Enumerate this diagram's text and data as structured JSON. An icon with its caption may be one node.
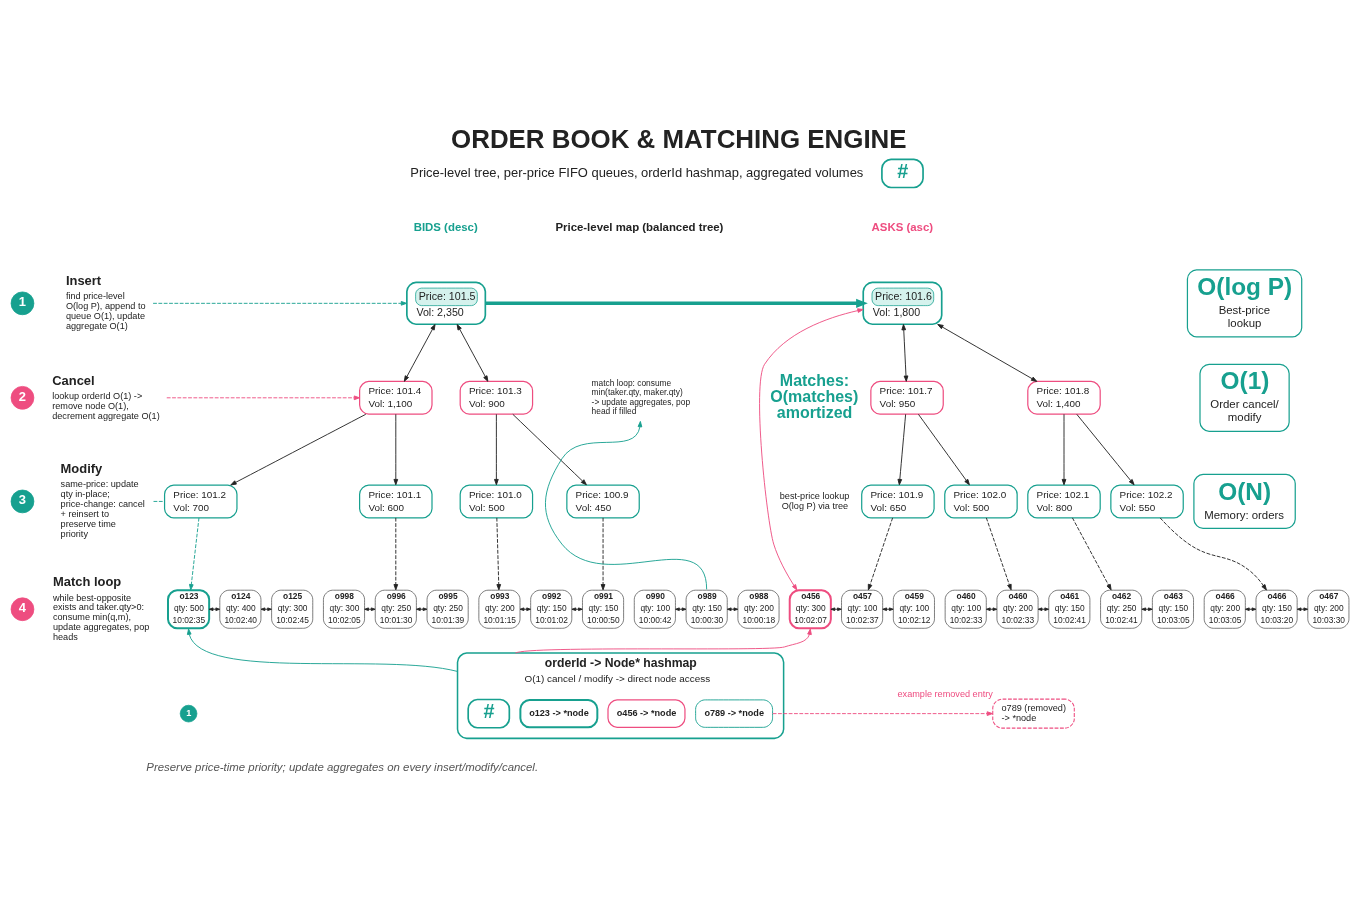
{
  "diagram": {
    "title": "ORDER BOOK & MATCHING ENGINE",
    "caption": "Preserve price-time priority; update aggregates on every insert/modify/cancel.",
    "nodes": [
      {
        "text": [
          "#"
        ]
      },
      {
        "text": [
          "1"
        ]
      },
      {
        "text": [
          "Insert",
          "find price-level O(log P), append to queue O(1), update aggregate O(1)"
        ]
      },
      {
        "text": [
          "Price: 101.5",
          "Vol: 2,350"
        ]
      },
      {
        "text": [
          "Price: 101.6",
          "Vol: 1,800"
        ]
      },
      {
        "text": [
          "O(log P)",
          "Best-price lookup"
        ]
      },
      {
        "text": [
          "2"
        ]
      },
      {
        "text": [
          "Cancel",
          "lookup orderId O(1) -> remove node O(1), decrement aggregate O(1)"
        ]
      },
      {
        "text": [
          "Price: 101.4",
          "Vol: 1,100"
        ]
      },
      {
        "text": [
          "Price: 101.3",
          "Vol: 900"
        ]
      },
      {
        "text": [
          "match loop: consume min(taker.qty, maker.qty) -> update aggregates, pop head if filled"
        ]
      },
      {
        "text": [
          "Price: 101.7",
          "Vol: 950"
        ]
      },
      {
        "text": [
          "Price: 101.8",
          "Vol: 1,400"
        ]
      },
      {
        "text": [
          "O(1)",
          "Order cancel/ modify"
        ]
      },
      {
        "text": [
          "3"
        ]
      },
      {
        "text": [
          "Modify",
          "same-price: update qty in-place; price-change: cancel + reinsert to preserve time priority"
        ]
      },
      {
        "text": [
          "Price: 101.2",
          "Vol: 700"
        ]
      },
      {
        "text": [
          "Price: 101.1",
          "Vol: 600"
        ]
      },
      {
        "text": [
          "Price: 101.0",
          "Vol: 500"
        ]
      },
      {
        "text": [
          "Price: 100.9",
          "Vol: 450"
        ]
      },
      {
        "text": [
          "Price: 101.9",
          "Vol: 650"
        ]
      },
      {
        "text": [
          "Price: 102.0",
          "Vol: 500"
        ]
      },
      {
        "text": [
          "Price: 102.1",
          "Vol: 800"
        ]
      },
      {
        "text": [
          "Price: 102.2",
          "Vol: 550"
        ]
      },
      {
        "text": [
          "O(N)",
          "Memory: orders"
        ]
      },
      {
        "text": [
          "4"
        ]
      },
      {
        "text": [
          "Match loop",
          "while best-opposite exists and taker.qty>0: consume min(q,m), update aggregates, pop heads"
        ]
      },
      {
        "text": [
          "o123",
          "qty: 500",
          "10:02:35"
        ]
      },
      {
        "text": [
          "o124",
          "qty: 400",
          "10:02:40"
        ]
      },
      {
        "text": [
          "o125",
          "qty: 300",
          "10:02:45"
        ]
      },
      {
        "text": [
          "o998",
          "qty: 300",
          "10:02:05"
        ]
      },
      {
        "text": [
          "o996",
          "qty: 250",
          "10:01:30"
        ]
      },
      {
        "text": [
          "o995",
          "qty: 250",
          "10:01:39"
        ]
      },
      {
        "text": [
          "o993",
          "qty: 200",
          "10:01:15"
        ]
      },
      {
        "text": [
          "o992",
          "qty: 150",
          "10:01:02"
        ]
      },
      {
        "text": [
          "o991",
          "qty: 150",
          "10:00:50"
        ]
      },
      {
        "text": [
          "o990",
          "qty: 100",
          "10:00:42"
        ]
      },
      {
        "text": [
          "o989",
          "qty: 150",
          "10:00:30"
        ]
      },
      {
        "text": [
          "o988",
          "qty: 200",
          "10:00:18"
        ]
      },
      {
        "text": [
          "o456",
          "qty: 300",
          "10:02:07"
        ]
      },
      {
        "text": [
          "o457",
          "qty: 100",
          "10:02:37"
        ]
      },
      {
        "text": [
          "o459",
          "qty: 100",
          "10:02:12"
        ]
      },
      {
        "text": [
          "o460",
          "qty: 100",
          "10:02:33"
        ]
      },
      {
        "text": [
          "o460",
          "qty: 200",
          "10:02:33"
        ]
      },
      {
        "text": [
          "o461",
          "qty: 150",
          "10:02:41"
        ]
      },
      {
        "text": [
          "o462",
          "qty: 250",
          "10:02:41"
        ]
      },
      {
        "text": [
          "o463",
          "qty: 150",
          "10:03:05"
        ]
      },
      {
        "text": [
          "o466",
          "qty: 200",
          "10:03:05"
        ]
      },
      {
        "text": [
          "o466",
          "qty: 150",
          "10:03:20"
        ]
      },
      {
        "text": [
          "o467",
          "qty: 200",
          "10:03:30"
        ]
      },
      {
        "text": [
          "1"
        ]
      },
      {
        "text": [
          "orderId -> Node* hashmap",
          "O(1) cancel / modify -> direct node access"
        ]
      },
      {
        "text": [
          "#"
        ],
        "in": 51
      },
      {
        "text": [
          "o123 -> *node"
        ],
        "in": 51
      },
      {
        "text": [
          "o456 -> *node"
        ],
        "in": 51
      },
      {
        "text": [
          "o789 -> *node"
        ],
        "in": 51
      },
      {
        "text": [
          "o789 (removed) -> *node"
        ],
        "beside": [
          "example removed entry"
        ]
      }
    ],
    "edges": [
      {
        "from": 2,
        "to": 3,
        "arrow": "to",
        "style": "dashed",
        "color": "#17a08f"
      },
      {
        "from": 7,
        "to": 8,
        "arrow": "to",
        "style": "dashed",
        "color": "#ee4d80"
      },
      {
        "from": 15,
        "to": 16,
        "arrow": "none",
        "style": "dashed",
        "color": "#17a08f"
      },
      {
        "from": 3,
        "to": 4,
        "arrow": "to",
        "style": "thick",
        "color": "#17a08f"
      },
      {
        "from": 3,
        "to": 8,
        "arrow": "both"
      },
      {
        "from": 3,
        "to": 9,
        "arrow": "both"
      },
      {
        "from": 4,
        "to": 11,
        "arrow": "both"
      },
      {
        "from": 4,
        "to": 12,
        "arrow": "both"
      },
      {
        "from": 8,
        "to": 16,
        "arrow": "to"
      },
      {
        "from": 8,
        "to": 17,
        "arrow": "to"
      },
      {
        "from": 9,
        "to": 18,
        "arrow": "to"
      },
      {
        "from": 9,
        "to": 19,
        "arrow": "to"
      },
      {
        "from": 11,
        "to": 20,
        "arrow": "to"
      },
      {
        "from": 11,
        "to": 21,
        "arrow": "to"
      },
      {
        "from": 12,
        "to": 22,
        "arrow": "to"
      },
      {
        "from": 12,
        "to": 23,
        "arrow": "to"
      },
      {
        "from": 16,
        "to": 27,
        "arrow": "to",
        "style": "dashed",
        "color": "#17a08f"
      },
      {
        "from": 17,
        "to": 31,
        "arrow": "to",
        "style": "dashed"
      },
      {
        "from": 18,
        "to": 33,
        "arrow": "to",
        "style": "dashed"
      },
      {
        "from": 19,
        "to": 35,
        "arrow": "to",
        "style": "dashed"
      },
      {
        "from": 20,
        "to": 40,
        "arrow": "to",
        "style": "dashed"
      },
      {
        "from": 21,
        "to": 43,
        "arrow": "to",
        "style": "dashed"
      },
      {
        "from": 22,
        "to": 45,
        "arrow": "to",
        "style": "dashed"
      },
      {
        "from": 23,
        "to": 48,
        "arrow": "to",
        "style": "dashed"
      },
      {
        "from": 27,
        "to": 28,
        "arrow": "both"
      },
      {
        "from": 28,
        "to": 29,
        "arrow": "both"
      },
      {
        "from": 30,
        "to": 31,
        "arrow": "both"
      },
      {
        "from": 31,
        "to": 32,
        "arrow": "both"
      },
      {
        "from": 33,
        "to": 34,
        "arrow": "both"
      },
      {
        "from": 34,
        "to": 35,
        "arrow": "both"
      },
      {
        "from": 36,
        "to": 37,
        "arrow": "both"
      },
      {
        "from": 37,
        "to": 38,
        "arrow": "both"
      },
      {
        "from": 39,
        "to": 40,
        "arrow": "both"
      },
      {
        "from": 40,
        "to": 41,
        "arrow": "both"
      },
      {
        "from": 42,
        "to": 43,
        "arrow": "both"
      },
      {
        "from": 43,
        "to": 44,
        "arrow": "both"
      },
      {
        "from": 45,
        "to": 46,
        "arrow": "both"
      },
      {
        "from": 47,
        "to": 48,
        "arrow": "both"
      },
      {
        "from": 48,
        "to": 49,
        "arrow": "both"
      },
      {
        "from": 37,
        "to": 10,
        "arrow": "to",
        "color": "#17a08f"
      },
      {
        "from": 4,
        "to": 39,
        "arrow": "both",
        "color": "#ee4d80"
      },
      {
        "from": 51,
        "to": 27,
        "arrow": "to",
        "color": "#17a08f"
      },
      {
        "from": 51,
        "to": 39,
        "arrow": "to",
        "color": "#ee4d80"
      },
      {
        "from": 55,
        "to": 56,
        "arrow": "to",
        "style": "dashed",
        "color": "#ee4d80"
      }
    ],
    "labels": [
      "Price-level tree, per-price FIFO queues, orderId hashmap, aggregated volumes",
      "BIDS (desc)",
      "Price-level map (balanced tree)",
      "ASKS (asc)",
      "Matches: O(matches) amortized",
      "best-price lookup O(log P) via tree"
    ]
  }
}
